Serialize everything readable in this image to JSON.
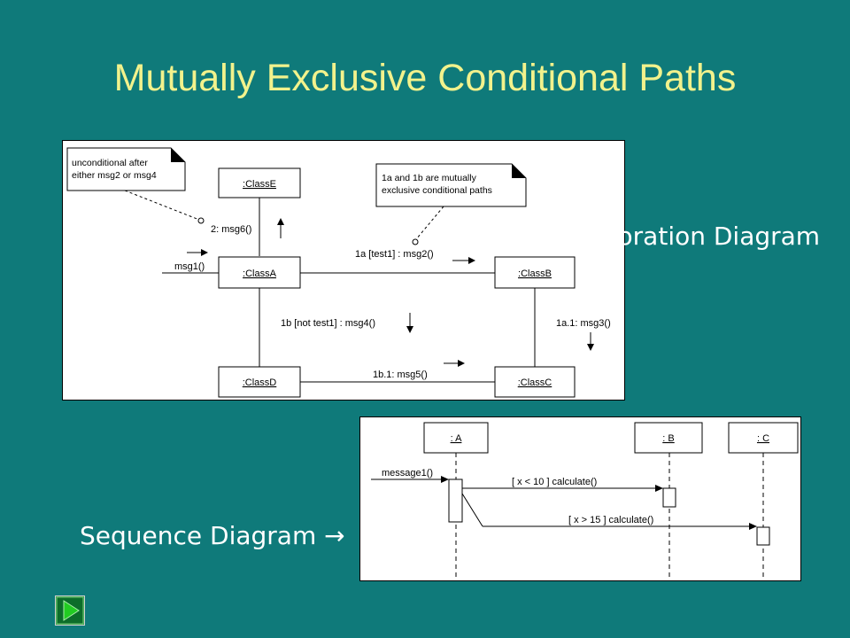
{
  "slide": {
    "title": "Mutually Exclusive Conditional Paths",
    "collab_label": "← Collaboration Diagram",
    "seq_label": "Sequence Diagram →"
  },
  "collab": {
    "note1_line1": "unconditional after",
    "note1_line2": "either msg2 or msg4",
    "note2_line1": "1a and 1b are mutually",
    "note2_line2": "exclusive conditional paths",
    "classE": ":ClassE",
    "classA": ":ClassA",
    "classB": ":ClassB",
    "classC": ":ClassC",
    "classD": ":ClassD",
    "msg6": "2: msg6()",
    "msg1": "msg1()",
    "msg2": "1a [test1] : msg2()",
    "msg4": "1b [not test1] : msg4()",
    "msg3": "1a.1: msg3()",
    "msg5": "1b.1: msg5()"
  },
  "seq": {
    "objA": ": A",
    "objB": ": B",
    "objC": ": C",
    "message1": "message1()",
    "calc1": "[ x < 10 ] calculate()",
    "calc2": "[ x > 15 ] calculate()"
  },
  "nav": {
    "icon": "play-triangle-icon",
    "color": "#22cc22"
  }
}
